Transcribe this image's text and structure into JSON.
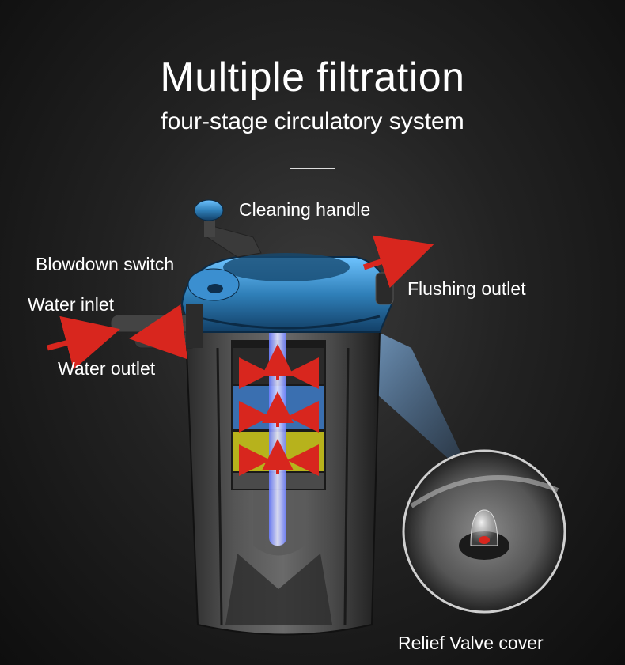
{
  "header": {
    "title": "Multiple filtration",
    "subtitle": "four-stage circulatory system"
  },
  "labels": {
    "cleaning_handle": "Cleaning handle",
    "blowdown_switch": "Blowdown switch",
    "flushing_outlet": "Flushing outlet",
    "water_inlet": "Water inlet",
    "water_outlet": "Water outlet",
    "relief_valve_cover": "Relief Valve cover"
  },
  "colors": {
    "lid_blue": "#2f7fb8",
    "filter_blue": "#3a6fb0",
    "filter_yellow": "#b7b21c",
    "arrow_red": "#d8261e",
    "uv_glow": "#7fb6ff"
  }
}
